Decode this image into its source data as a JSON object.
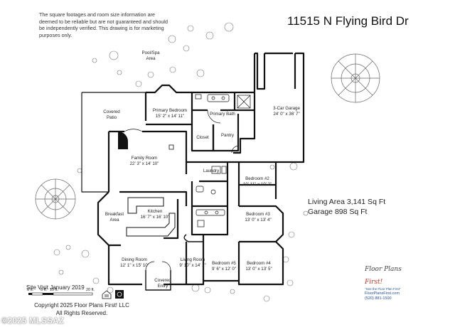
{
  "disclaimer": "The square footages and room size information are deemed to be reliable but are not guaranteed and should be independently verified. This drawing is for marketing purposes only.",
  "address": "11515 N Flying Bird Dr",
  "living_area": "Living Area 3,141 Sq Ft",
  "garage_area": "Garage  898 Sq Ft",
  "site_visit": "Site Visit January 2019",
  "scale_labels": [
    "0 ft.",
    "6 ft.",
    "10 ft.",
    "20 ft."
  ],
  "copyright_line1": "Copyright 2025 Floor Plans First! LLC",
  "copyright_line2": "All Rights Reserved.",
  "watermark": "©2025 MLSSAZ",
  "brand": {
    "name_part1": "Floor Plans",
    "name_part2": "First!",
    "tagline": "\"See the Floor Plan First\"",
    "url": "FloorPlansFirst.com",
    "phone": "(520) 881-1500"
  },
  "rooms": {
    "pool": {
      "name": "Pool/Spa",
      "line2": "Area"
    },
    "patio": {
      "name": "Covered",
      "line2": "Patio"
    },
    "primary_bedroom": {
      "name": "Primary Bedroom",
      "dims": "15' 2\" x 14' 11\""
    },
    "primary_bath": {
      "name": "Primary Bath"
    },
    "garage": {
      "name": "3-Car Garage",
      "dims": "24' 0\" x 36' 7\""
    },
    "closet": {
      "name": "Closet"
    },
    "pantry": {
      "name": "Pantry"
    },
    "family_room": {
      "name": "Family Room",
      "dims": "22' 3\" x 14' 10\""
    },
    "laundry": {
      "name": "Laundry"
    },
    "bedroom2": {
      "name": "Bedroom #2",
      "dims": "10' 11\" x 10' 2\""
    },
    "breakfast": {
      "name": "Breakfast",
      "line2": "Area"
    },
    "kitchen": {
      "name": "Kitchen",
      "dims": "16' 7\" x 16' 10\""
    },
    "bedroom3": {
      "name": "Bedroom #3",
      "dims": "13' 0\" x 13' 4\""
    },
    "dining": {
      "name": "Dining Room",
      "dims": "12' 1\" x 15' 10'"
    },
    "living": {
      "name": "Living Room",
      "dims": "9' 10\" x 14' 1\""
    },
    "bedroom5": {
      "name": "Bedroom #5",
      "dims": "9' 6\" x 12' 0\""
    },
    "bedroom4": {
      "name": "Bedroom #4",
      "dims": "13' 0\" x 13' 5\""
    },
    "entry": {
      "name": "Covered",
      "line2": "Entry"
    }
  }
}
